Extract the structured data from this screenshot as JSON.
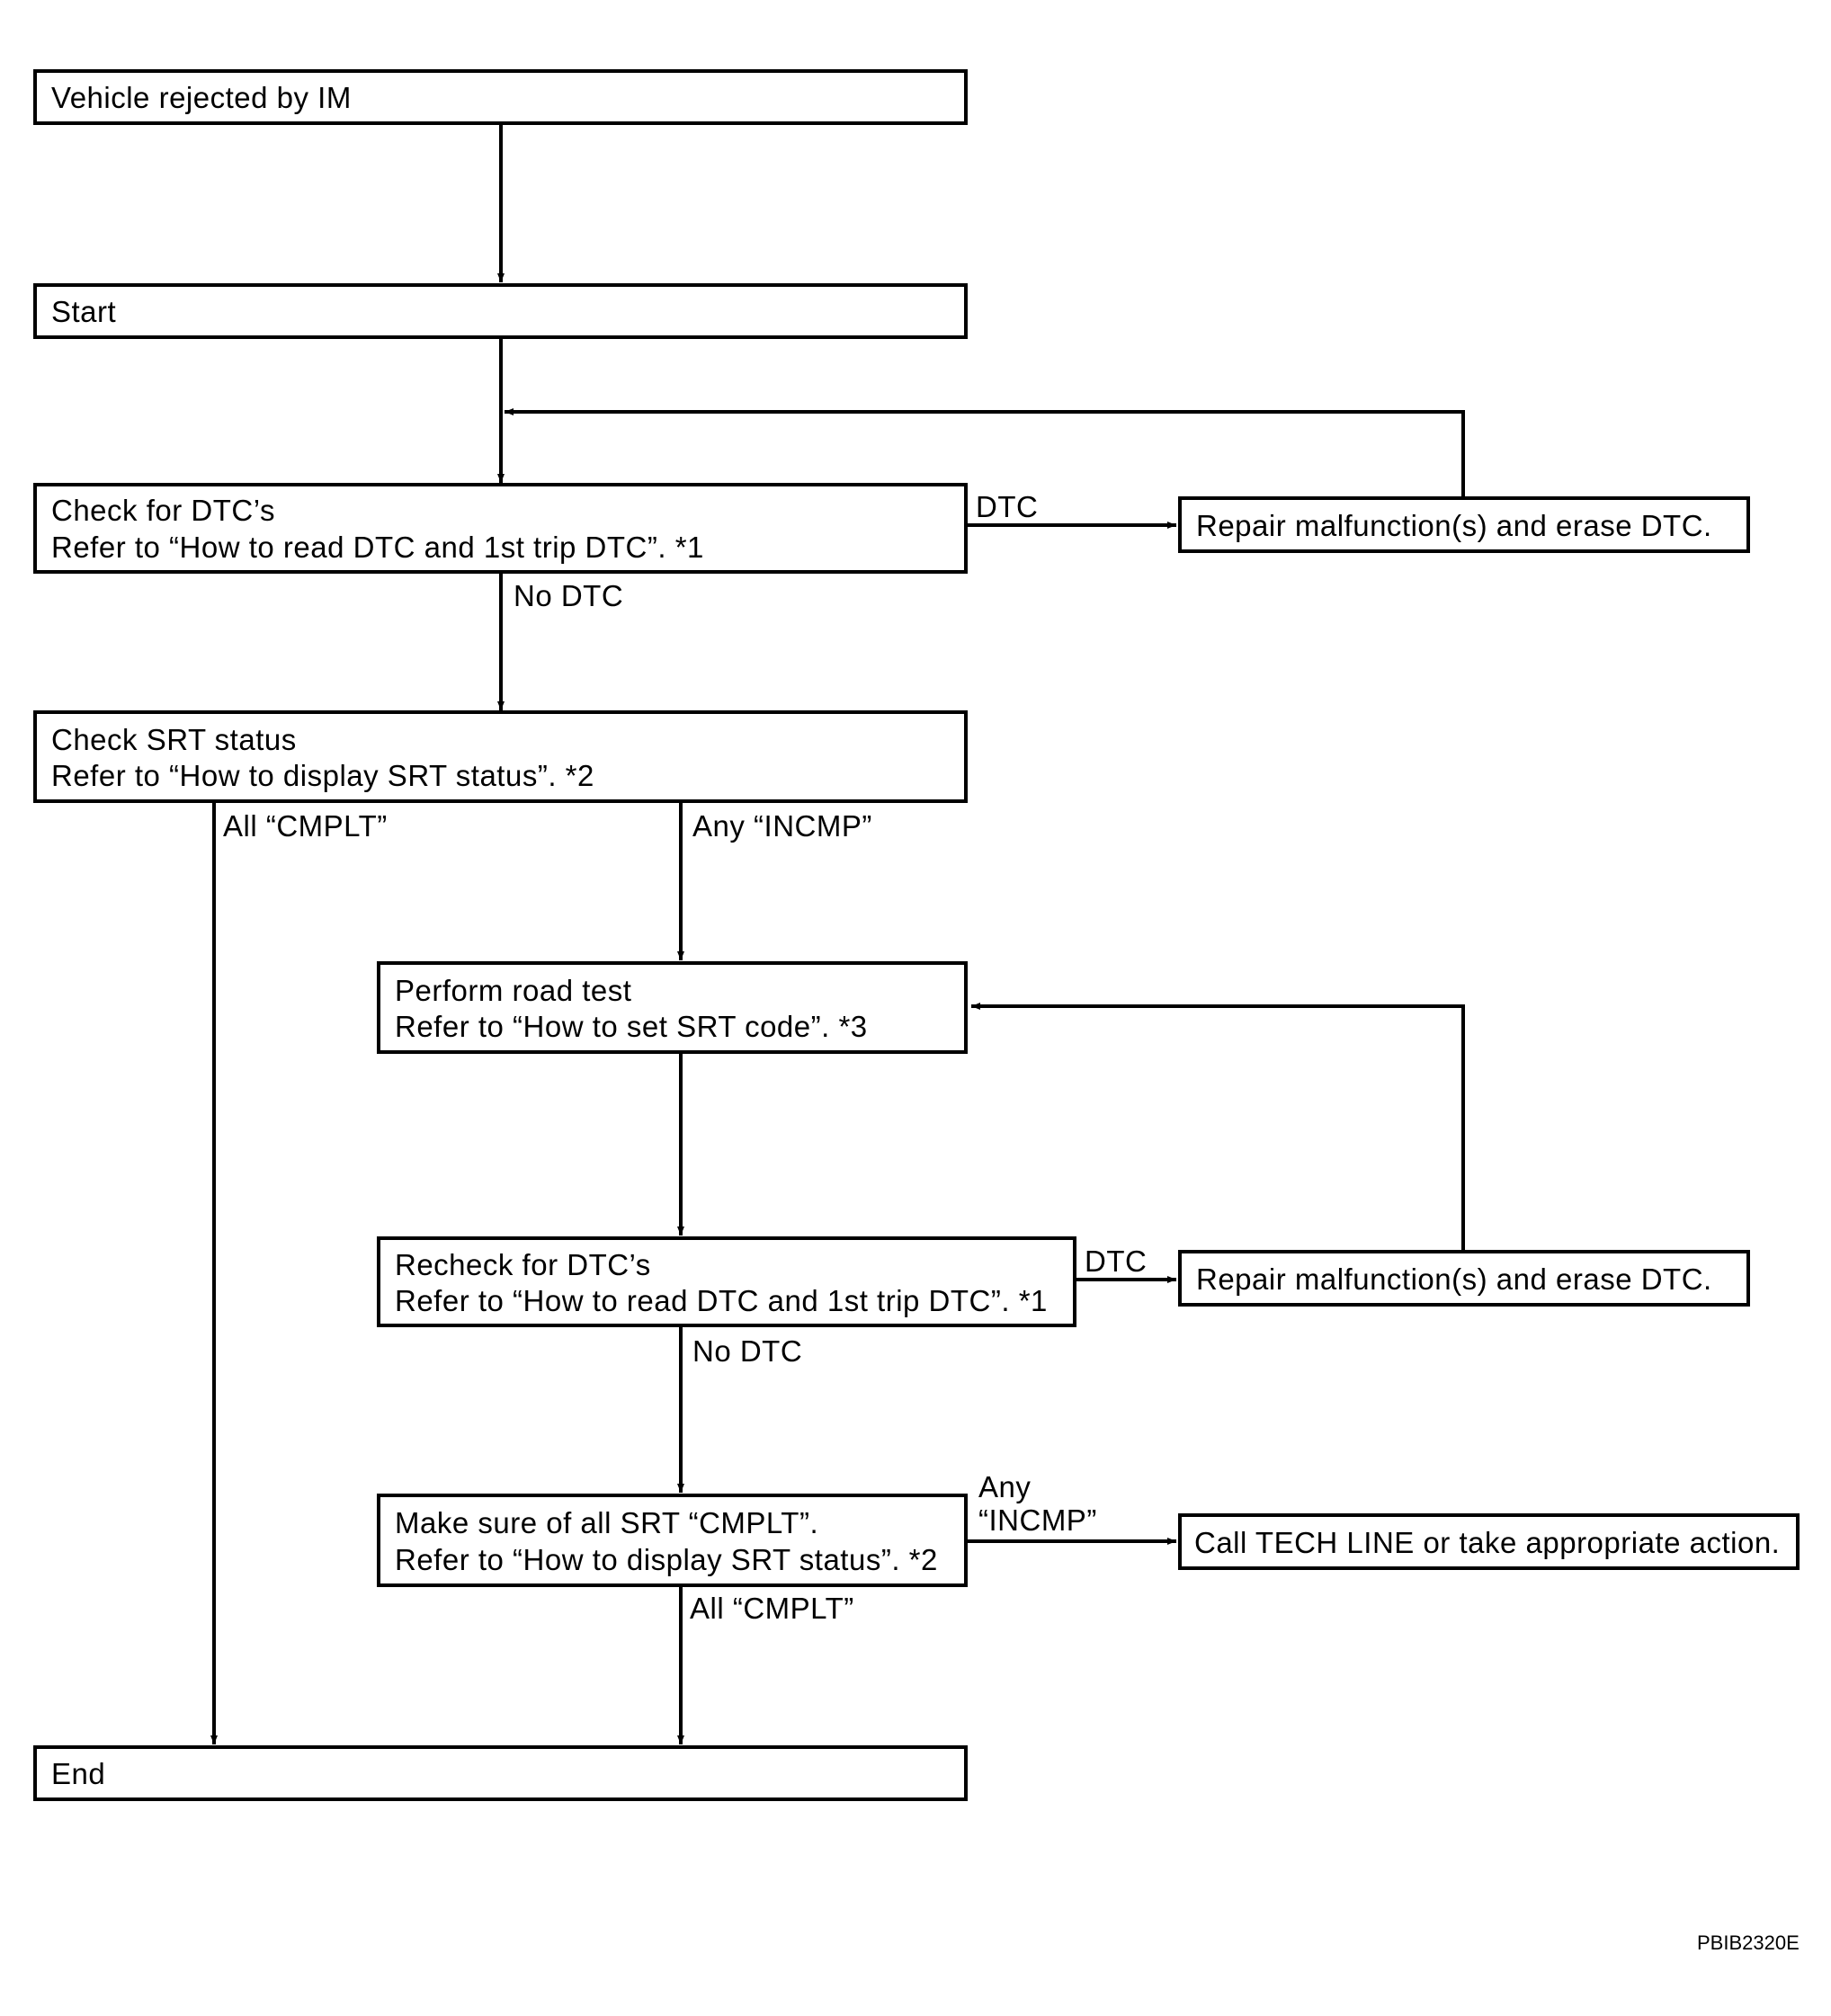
{
  "nodes": {
    "rejected": "Vehicle rejected by IM",
    "start": "Start",
    "check_dtc": {
      "line1": "Check for DTC’s",
      "line2": "Refer to “How to read DTC and 1st trip DTC”. *1"
    },
    "repair1": "Repair malfunction(s) and erase DTC.",
    "check_srt": {
      "line1": "Check SRT status",
      "line2": "Refer to “How to display SRT status”. *2"
    },
    "road_test": {
      "line1": "Perform road test",
      "line2": "Refer to “How to set SRT code”. *3"
    },
    "recheck_dtc": {
      "line1": "Recheck for DTC’s",
      "line2": "Refer to “How to read DTC and 1st trip DTC”. *1"
    },
    "repair2": "Repair malfunction(s) and erase DTC.",
    "make_sure": {
      "line1": "Make sure of all SRT “CMPLT”.",
      "line2": "Refer to “How to display SRT status”. *2"
    },
    "tech_line": "Call TECH LINE or take appropriate action.",
    "end": "End"
  },
  "edge_labels": {
    "dtc_1": "DTC",
    "no_dtc_1": "No DTC",
    "all_cmplt_1": "All “CMPLT”",
    "any_incmp_1": "Any “INCMP”",
    "dtc_2": "DTC",
    "no_dtc_2": "No DTC",
    "any_incmp_2_line1": "Any",
    "any_incmp_2_line2": "“INCMP”",
    "all_cmplt_2": "All “CMPLT”"
  },
  "figure_code": "PBIB2320E"
}
